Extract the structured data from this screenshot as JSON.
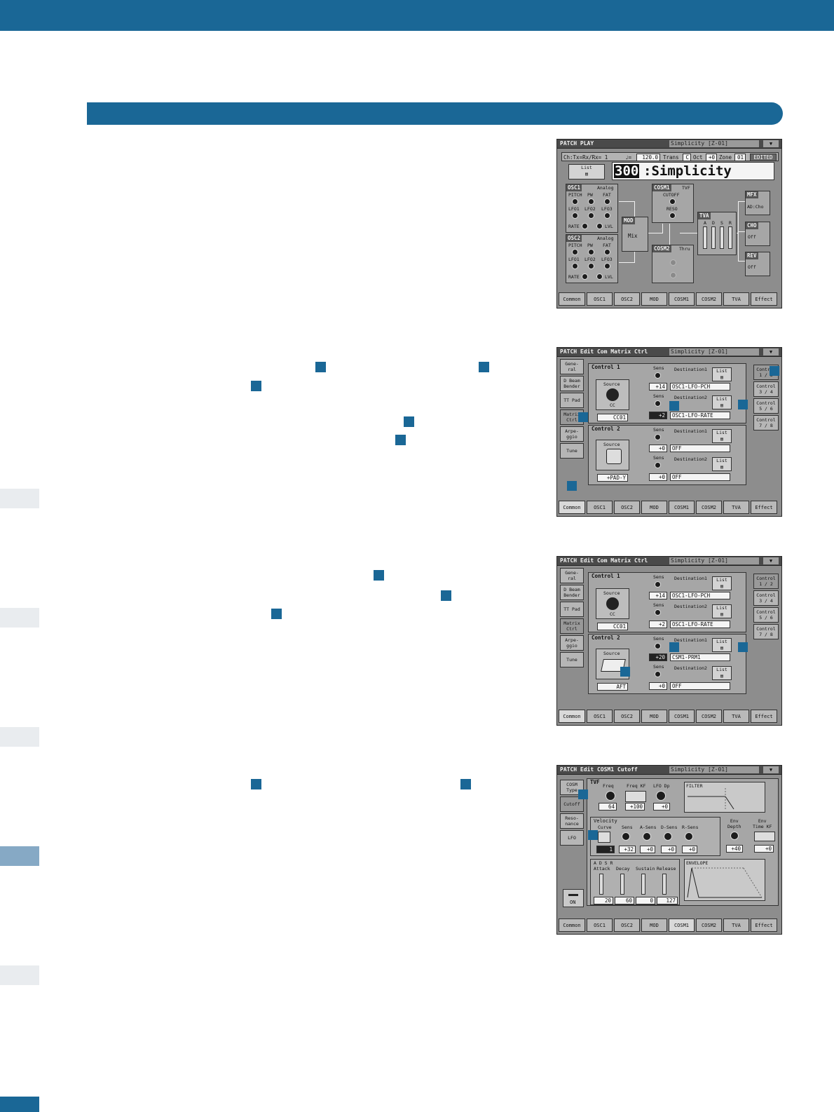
{
  "common_tabs": [
    "Common",
    "OSC1",
    "OSC2",
    "MOD",
    "COSM1",
    "COSM2",
    "TVA",
    "Effect"
  ],
  "patch_name": "Simplicity",
  "patch_id": "[Z-01]",
  "play": {
    "title": "PATCH PLAY",
    "info": {
      "ch": "Ch:Tx=Rx/Rx= 1",
      "tempo_label": "♩=",
      "tempo": "120.0",
      "trans_label": "Trans",
      "trans": "C",
      "oct_label": "Oct",
      "oct": "+0",
      "zone_label": "Zone",
      "zone": "01",
      "edited": "EDITED"
    },
    "list_label": "List",
    "number": "300",
    "name": ":Simplicity",
    "osc1": {
      "title": "OSC1",
      "type": "Analog",
      "k1": "PITCH",
      "k2": "PW",
      "k3": "FAT",
      "l1": "LFO1",
      "l2": "LFO2",
      "l3": "LFO3",
      "rate": "RATE",
      "lvl": "LVL"
    },
    "osc2": {
      "title": "OSC2",
      "type": "Analog",
      "k1": "PITCH",
      "k2": "PW",
      "k3": "FAT",
      "l1": "LFO1",
      "l2": "LFO2",
      "l3": "LFO3",
      "rate": "RATE",
      "lvl": "LVL"
    },
    "mod": {
      "title": "MOD",
      "val": "Mix"
    },
    "cosm1": {
      "title": "COSM1",
      "type": "TVF",
      "cutoff": "CUTOFF",
      "reso": "RESO"
    },
    "cosm2": {
      "title": "COSM2",
      "type": "Thru"
    },
    "tva": {
      "title": "TVA",
      "a": "A",
      "d": "D",
      "s": "S",
      "r": "R"
    },
    "mfx": {
      "title": "MFX",
      "val": "AD:Cho"
    },
    "cho": {
      "title": "CHO",
      "val": "Off"
    },
    "rev": {
      "title": "REV",
      "val": "Off"
    }
  },
  "matrix1": {
    "title": "PATCH Edit Com Matrix Ctrl",
    "left_tabs": [
      "Gene-\nral",
      "D Beam\nBender",
      "TT Pad",
      "Matrix\nCtrl",
      "Arpe-\nggio",
      "Tune"
    ],
    "right_tabs": [
      "Control\n1 / 2",
      "Control\n3 / 4",
      "Control\n5 / 6",
      "Control\n7 / 8"
    ],
    "c1": {
      "title": "Control 1",
      "source": "Source",
      "src_type": "CC",
      "src_val": "CC01",
      "sens_label": "Sens",
      "d1_label": "Destination1",
      "d1_sens": "+14",
      "d1": "OSC1-LFO-PCH",
      "d2_label": "Destination2",
      "d2_sens": "+2",
      "d2": "OSC1-LFO-RATE"
    },
    "c2": {
      "title": "Control 2",
      "source": "Source",
      "src_val": "+PAD-Y",
      "sens_label": "Sens",
      "d1_label": "Destination1",
      "d1_sens": "+0",
      "d1": "OFF",
      "d2_label": "Destination2",
      "d2_sens": "+0",
      "d2": "OFF"
    },
    "list_label": "List"
  },
  "matrix2": {
    "c1": {
      "title": "Control 1",
      "source": "Source",
      "src_type": "CC",
      "src_val": "CC01",
      "sens_label": "Sens",
      "d1_label": "Destination1",
      "d1_sens": "+14",
      "d1": "OSC1-LFO-PCH",
      "d2_label": "Destination2",
      "d2_sens": "+2",
      "d2": "OSC1-LFO-RATE"
    },
    "c2": {
      "title": "Control 2",
      "source": "Source",
      "src_val": "AFT",
      "sens_label": "Sens",
      "d1_label": "Destination1",
      "d1_sens": "+20",
      "d1": "CSM1-PRM1",
      "d2_label": "Destination2",
      "d2_sens": "+0",
      "d2": "OFF"
    }
  },
  "cutoff": {
    "title": "PATCH Edit COSM1 Cutoff",
    "left_tabs": [
      "COSM\nType",
      "Cutoff",
      "Reso-\nnance",
      "LFO"
    ],
    "on_label": "ON",
    "tvf": "TVF",
    "freq": "Freq",
    "freq_val": "64",
    "freqkf": "Freq KF",
    "freqkf_val": "+100",
    "lfodp": "LFO Dp",
    "lfodp_val": "+0",
    "filter": "FILTER",
    "velocity": "Velocity",
    "curve": "Curve",
    "curve_val": "1",
    "sens": "Sens",
    "sens_val": "+32",
    "asens": "A-Sens",
    "asens_val": "+0",
    "dsens": "D-Sens",
    "dsens_val": "+0",
    "rsens": "R-Sens",
    "rsens_val": "+0",
    "envdepth": "Env\nDepth",
    "envdepth_val": "+40",
    "envtimekf": "Env\nTime KF",
    "envtimekf_val": "+0",
    "adsr": "A D S R",
    "attack": "Attack",
    "attack_val": "20",
    "decay": "Decay",
    "decay_val": "60",
    "sustain": "Sustain",
    "sustain_val": "0",
    "release": "Release",
    "release_val": "127",
    "envelope": "ENVELOPE"
  }
}
